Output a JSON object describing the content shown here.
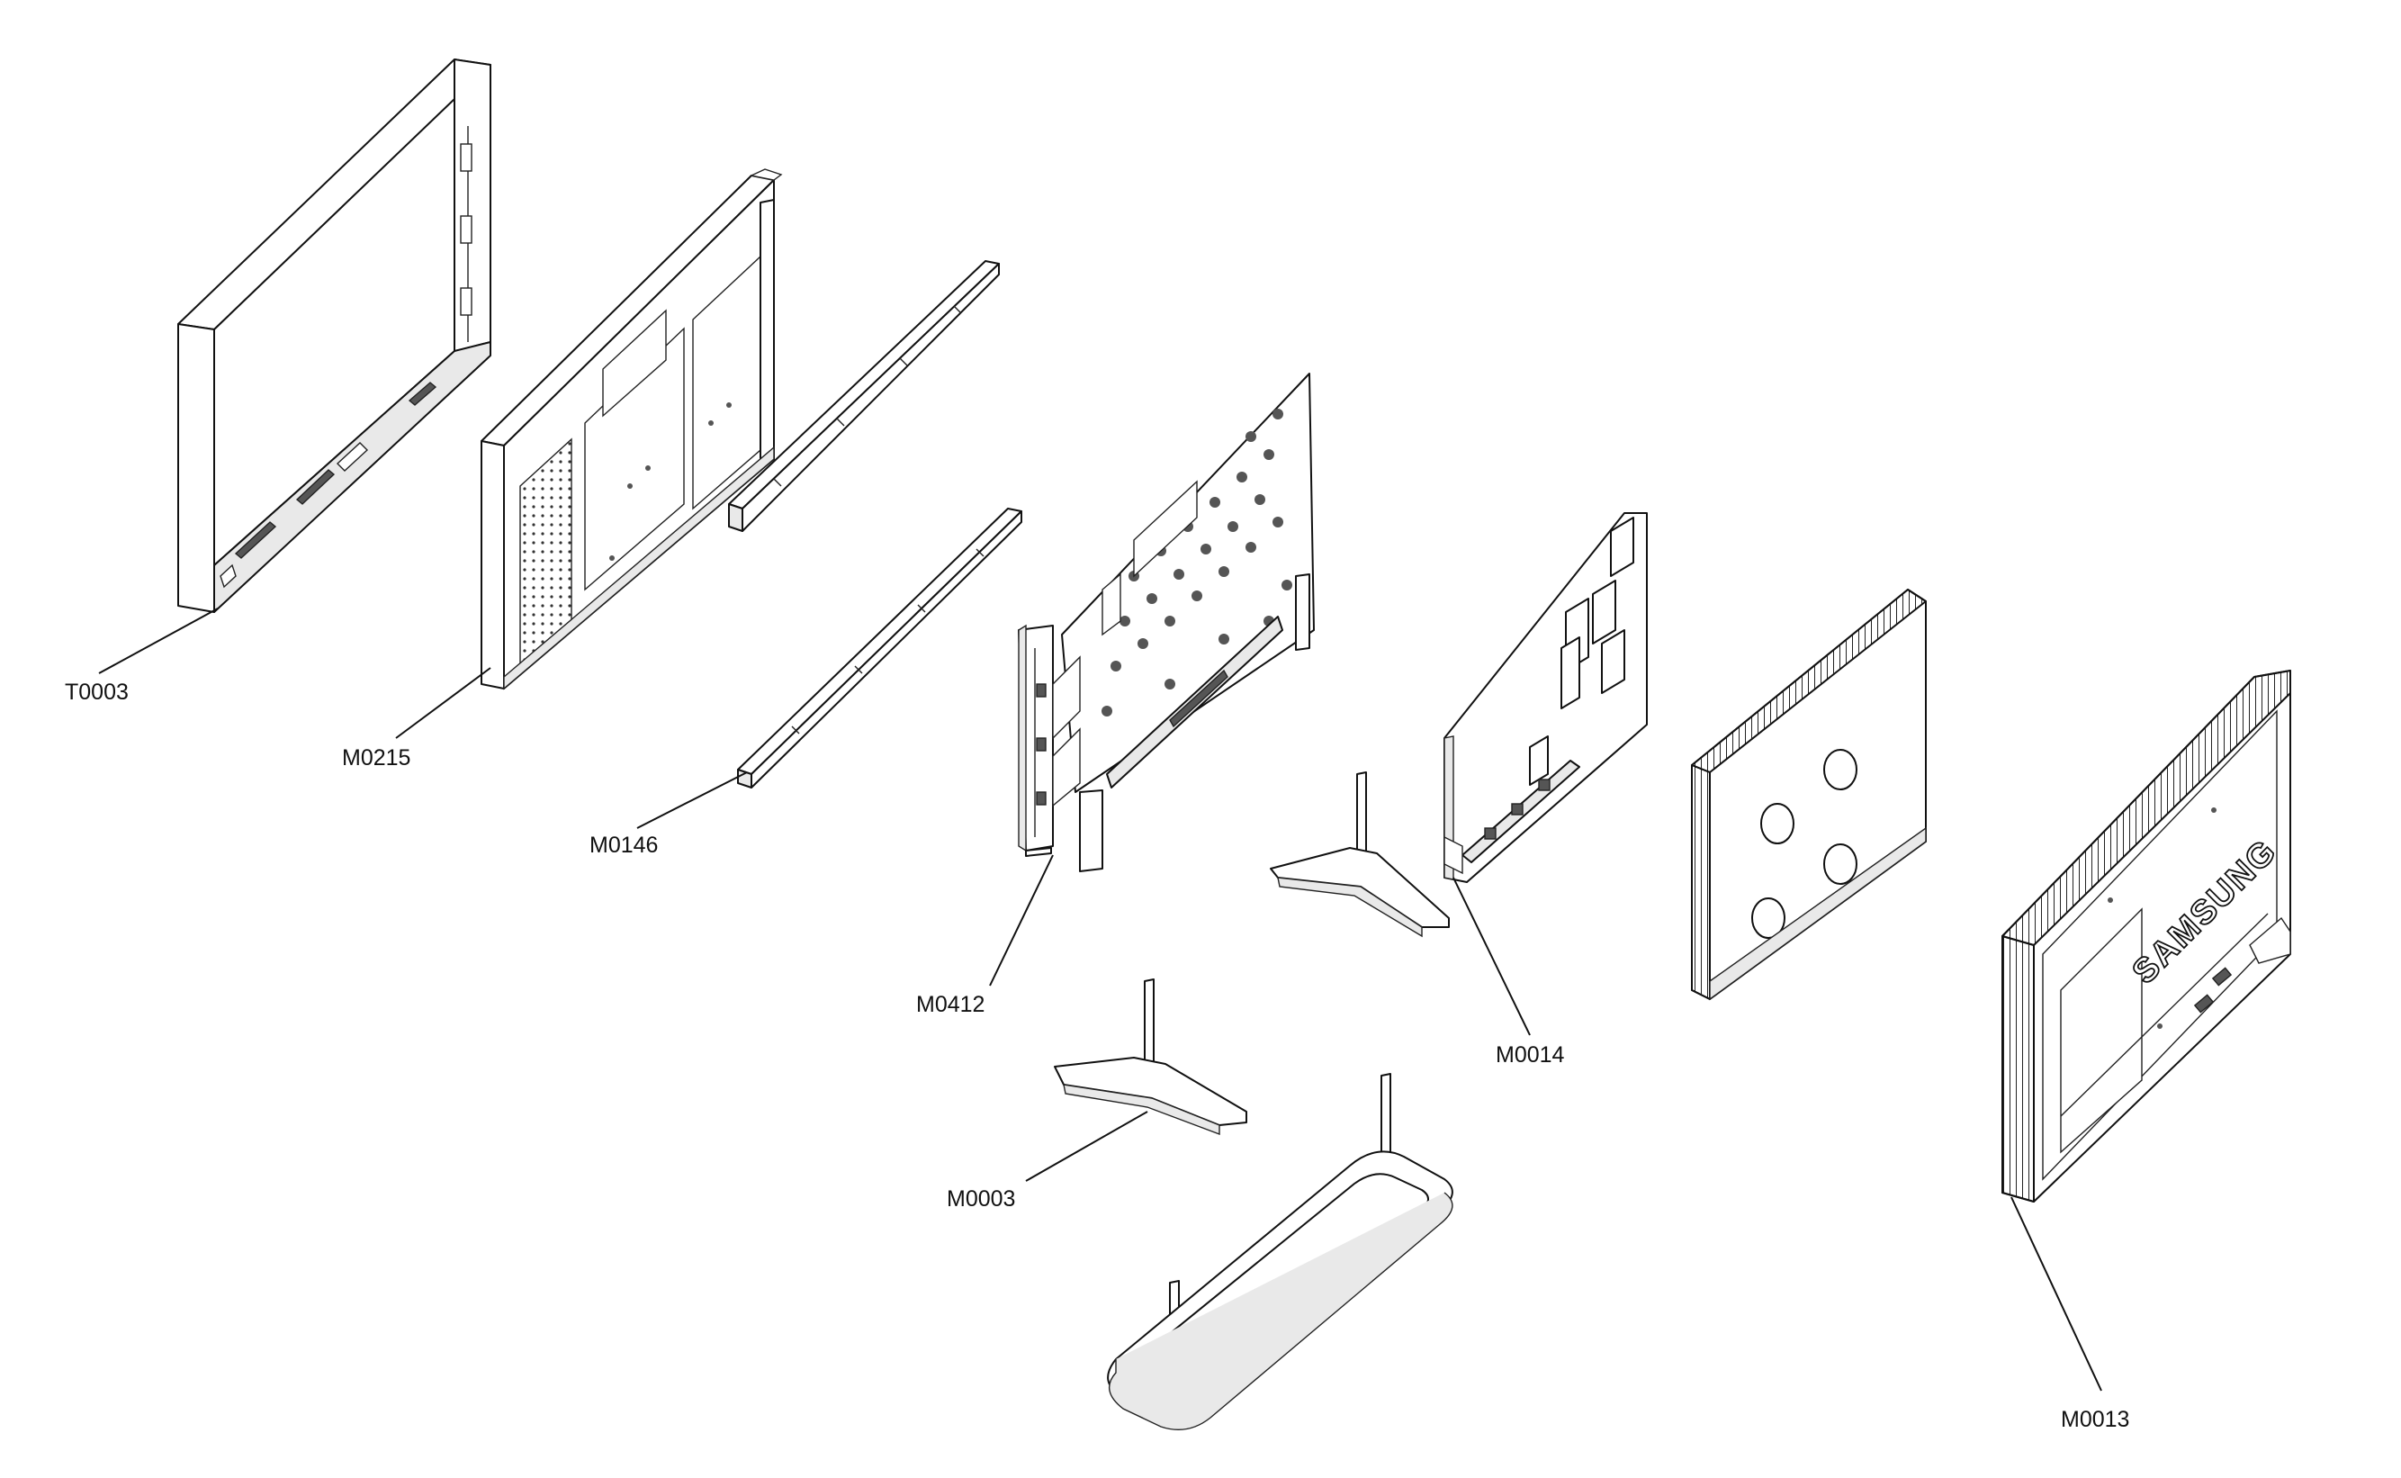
{
  "parts": [
    {
      "code": "T0003",
      "name": "front-bezel"
    },
    {
      "code": "M0215",
      "name": "panel-frame"
    },
    {
      "code": "M0146",
      "name": "side-brackets"
    },
    {
      "code": "M0412",
      "name": "main-chassis"
    },
    {
      "code": "M0014",
      "name": "circuit-board"
    },
    {
      "code": "M0003",
      "name": "stand-foot"
    },
    {
      "code": "M0013",
      "name": "rear-cover"
    }
  ],
  "brand_logo": "SAMSUNG"
}
